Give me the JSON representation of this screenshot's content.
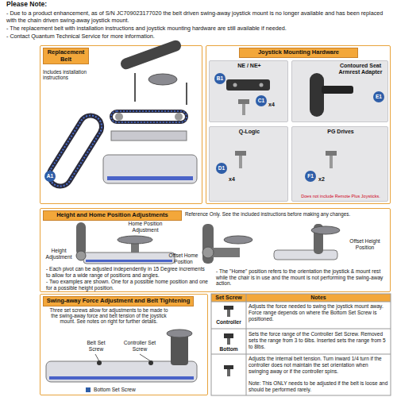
{
  "diagram": {
    "title": "Please Note:",
    "nodes": [
      {
        "text": [
          "Replacement Belt",
          "Includes installation instructions"
        ]
      },
      {
        "text": [
          "Joystick Mounting Hardware"
        ]
      },
      {
        "text": [
          "NE / NE+"
        ],
        "in": 1
      },
      {
        "text": [
          "Contoured Seat Armrest Adapter"
        ],
        "in": 1
      },
      {
        "text": [
          "Q-Logic"
        ],
        "in": 1
      },
      {
        "text": [
          "PG Drives",
          "Does not include Remote Plus Joysticks."
        ],
        "in": 1
      },
      {
        "text": [
          "Height and Home Position Adjustments",
          "Reference Only. See the included instructions before making any changes."
        ]
      },
      {
        "text": [
          "Swing-away Force Adjustment and Belt Tightening",
          "Three set screws allow for adjustments to be made to the swing-away force and belt tension of the joystick mount. See notes on right for further details."
        ]
      }
    ],
    "labels": [
      "- Due to a product enhancement, as of S/N JC709023177020 the belt driven swing-away joystick mount is no longer available and has been replaced with the chain driven swing-away joystick mount.",
      "- The replacement belt with installation instructions and joystick mounting hardware are still available if needed.",
      "- Contact Quantum Technical Service for more information.",
      "A1",
      "B1",
      "C1",
      "x4",
      "E1",
      "D1",
      "x4",
      "F1",
      "x2",
      "Home Position Adjustment",
      "Height Adjustment",
      "Offset Home Position",
      "Offset Height Position",
      "- Each pivot can be adjusted independently in 15 Degree increments to allow for a wide range of positions and angles.",
      "- Two examples are shown. One for a possible home position and one for a possible height position.",
      "- The \"Home\" position refers to the orientation the joystick & mount rest while the chair is in use and the mount is not performing the swing-away action.",
      "Belt Set Screw",
      "Controller Set Screw",
      "Bottom Set Screw",
      "Set Screw",
      "Notes",
      "Controller",
      "Adjusts the force needed to swing the joystick mount away. Force range depends on where the Bottom Set Screw is positioned.",
      "Bottom",
      "Sets the force range of the Controller Set Screw. Removed sets the range from 3 to 6lbs. Inserted sets the range from 5 to 8lbs.",
      "Adjusts the internal belt tension. Turn inward 1/4 turn if the controller does not maintain the set orientation when swinging away or if the controller spins.",
      "Note: This ONLY needs to be adjusted if the belt is loose and should be performed rarely."
    ]
  }
}
